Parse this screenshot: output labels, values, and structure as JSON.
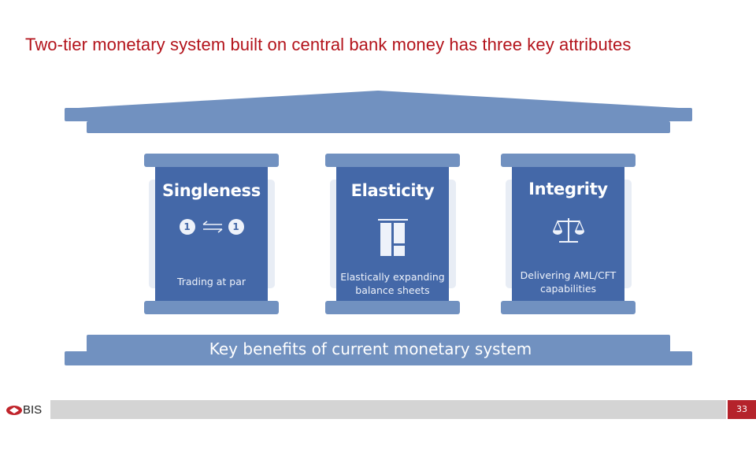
{
  "title": "Two-tier monetary system built on central bank money has three key attributes",
  "pillars": [
    {
      "heading": "Singleness",
      "icon": "one-for-one-exchange-icon",
      "icon_text": "1",
      "caption": "Trading at par"
    },
    {
      "heading": "Elasticity",
      "icon": "balance-sheet-icon",
      "caption": "Elastically expanding balance sheets"
    },
    {
      "heading": "Integrity",
      "icon": "scales-icon",
      "caption": "Delivering AML/CFT capabilities"
    }
  ],
  "base_label": "Key benefits of current monetary system",
  "footer": {
    "logo": "BIS",
    "page_number": "33"
  },
  "colors": {
    "title": "#b3131b",
    "column": "#4468a8",
    "cap": "#7191c0",
    "page_box": "#b5232b"
  }
}
